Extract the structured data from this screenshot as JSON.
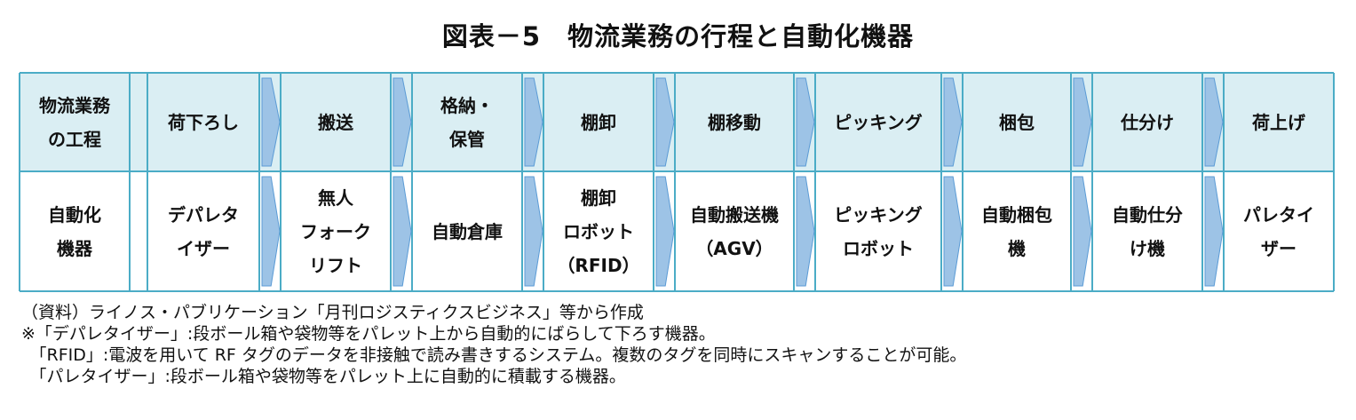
{
  "title": "図表－5　物流業務の行程と自動化機器",
  "row_labels": [
    "物流業務\nの工程",
    "自動化\n機器"
  ],
  "steps": [
    {
      "process": "荷下ろし",
      "equipment": "デパレタ\nイザー"
    },
    {
      "process": "搬送",
      "equipment": "無人\nフォーク\nリフト"
    },
    {
      "process": "格納・\n保管",
      "equipment": "自動倉庫"
    },
    {
      "process": "棚卸",
      "equipment": "棚卸\nロボット\n（RFID）"
    },
    {
      "process": "棚移動",
      "equipment": "自動搬送機\n（AGV）"
    },
    {
      "process": "ピッキング",
      "equipment": "ピッキング\nロボット"
    },
    {
      "process": "梱包",
      "equipment": "自動梱包\n機"
    },
    {
      "process": "仕分け",
      "equipment": "自動仕分\nけ機"
    },
    {
      "process": "荷上げ",
      "equipment": "パレタイ\nザー"
    }
  ],
  "notes": [
    "（資料）ライノス・パブリケーション「月刊ロジスティクスビジネス」等から作成",
    "※「デパレタイザー」:段ボール箱や袋物等をパレット上から自動的にばらして下ろす機器。",
    "　「RFID」:電波を用いて RF タグのデータを非接触で読み書きするシステム。複数のタグを同時にスキャンすることが可能。",
    "　「パレタイザー」:段ボール箱や袋物等をパレット上に自動的に積載する機器。"
  ],
  "colors": {
    "header_fill": "#DAEEF3",
    "border": "#4BACC6",
    "arrow_fill": "#9DC3E6",
    "arrow_stroke": "#5B9BD5"
  }
}
